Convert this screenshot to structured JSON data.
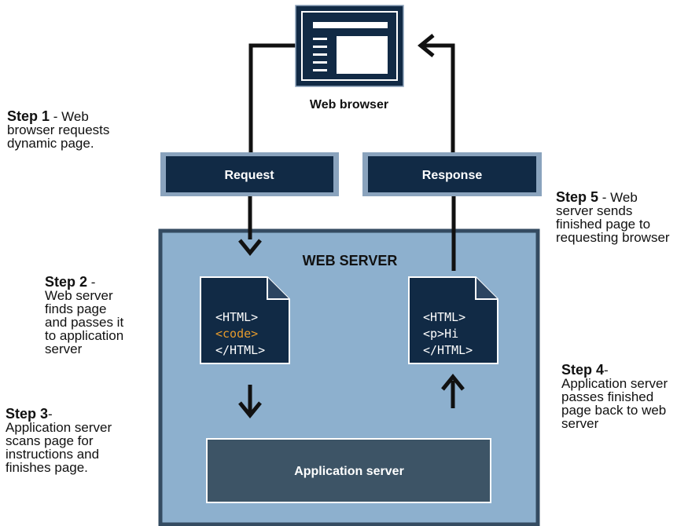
{
  "colors": {
    "navy": "#112a45",
    "server_fill": "#8db0ce",
    "server_border": "#344b61",
    "app_server_fill": "#3d5466",
    "code_highlight": "#e59a2c",
    "code_text": "#ffffff"
  },
  "browser": {
    "label": "Web browser",
    "icon": "browser-window-icon"
  },
  "request_box": {
    "label": "Request"
  },
  "response_box": {
    "label": "Response"
  },
  "web_server": {
    "label": "WEB SERVER"
  },
  "app_server": {
    "label": "Application server"
  },
  "doc_left": {
    "lines": [
      "<HTML>",
      "<code>",
      "</HTML>"
    ],
    "icon": "document-icon"
  },
  "doc_right": {
    "lines": [
      "<HTML>",
      "<p>Hi",
      "</HTML>"
    ],
    "icon": "document-icon"
  },
  "steps": {
    "step1": {
      "title": "Step 1",
      "sep": " - ",
      "text_lines": [
        "Web",
        "browser requests",
        "dynamic page."
      ]
    },
    "step2": {
      "title": "Step 2",
      "sep": " -",
      "text_lines": [
        "Web server",
        "finds page",
        "and passes it",
        "to application",
        "server"
      ]
    },
    "step3": {
      "title": "Step 3",
      "sep": "-",
      "text_lines": [
        "Application server",
        "scans page for",
        "instructions and",
        "finishes page."
      ]
    },
    "step4": {
      "title": "Step 4",
      "sep": "-",
      "text_lines": [
        "Application server",
        "passes finished",
        "page back to web",
        "server"
      ]
    },
    "step5": {
      "title": "Step 5",
      "sep": " - ",
      "text_lines": [
        "Web",
        "server sends",
        "finished page to",
        "requesting browser"
      ]
    }
  }
}
